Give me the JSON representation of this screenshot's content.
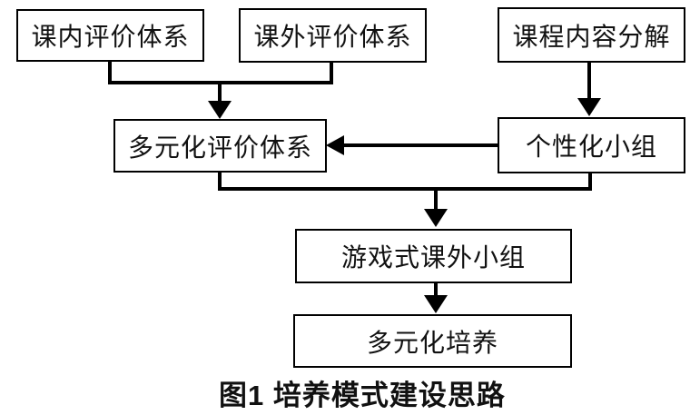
{
  "figure": {
    "caption": "图1 培养模式建设思路",
    "nodes": {
      "in_class_evaluation": "课内评价体系",
      "extracurricular_evaluation": "课外评价体系",
      "course_content_decomposition": "课程内容分解",
      "diversified_evaluation_system": "多元化评价体系",
      "personalized_group": "个性化小组",
      "game_style_extracurricular_group": "游戏式课外小组",
      "diversified_cultivation": "多元化培养"
    },
    "edges": [
      {
        "from": "in_class_evaluation",
        "to": "diversified_evaluation_system"
      },
      {
        "from": "extracurricular_evaluation",
        "to": "diversified_evaluation_system"
      },
      {
        "from": "course_content_decomposition",
        "to": "personalized_group"
      },
      {
        "from": "personalized_group",
        "to": "diversified_evaluation_system"
      },
      {
        "from": "diversified_evaluation_system",
        "to": "game_style_extracurricular_group"
      },
      {
        "from": "personalized_group",
        "to": "game_style_extracurricular_group"
      },
      {
        "from": "game_style_extracurricular_group",
        "to": "diversified_cultivation"
      }
    ],
    "colors": {
      "line": "#000000",
      "box_border": "#000000",
      "box_background": "#ffffff",
      "text": "#111111",
      "page_background": "#ffffff"
    }
  }
}
